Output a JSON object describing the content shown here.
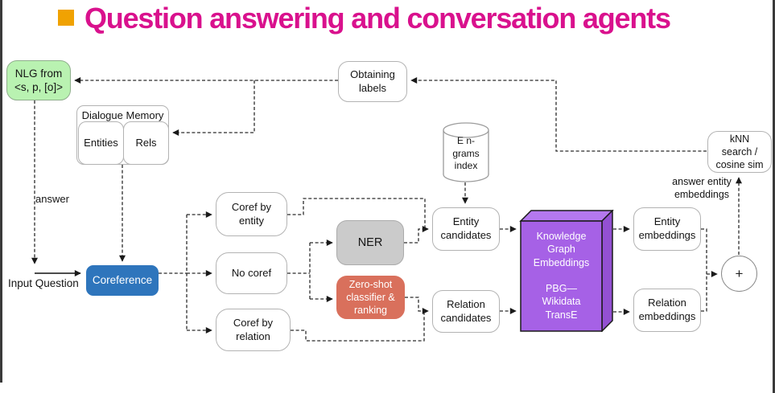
{
  "slide": {
    "title": "Question answering and conversation agents",
    "title_color": "#d9118d",
    "bullet_color": "#f0a202"
  },
  "diagram": {
    "nodes": {
      "nlg": "NLG from\n<s, p, [o]>",
      "dialogue_memory": "Dialogue Memory",
      "entities": "Entities",
      "rels": "Rels",
      "obtaining_labels": "Obtaining\nlabels",
      "ngrams_index": "E n-\ngrams\nindex",
      "knn_search": "kNN\nsearch /\ncosine sim",
      "coref_by_entity": "Coref by\nentity",
      "no_coref": "No coref",
      "coref_by_relation": "Coref by\nrelation",
      "ner": "NER",
      "zero_shot": "Zero-shot\nclassifier &\nranking",
      "entity_candidates": "Entity\ncandidates",
      "relation_candidates": "Relation\ncandidates",
      "kge": "Knowledge\nGraph\nEmbeddings\n\nPBG—\nWikidata\nTransE",
      "entity_embeddings": "Entity\nembeddings",
      "relation_embeddings": "Relation\nembeddings",
      "sum": "+",
      "coreference": "Coreference"
    },
    "labels": {
      "answer": "answer",
      "input_question": "Input Question",
      "answer_entity_embeddings": "answer entity\nembeddings"
    },
    "colors": {
      "nlg_fill": "#b9f2b1",
      "coreference_fill": "#2e75bc",
      "ner_fill": "#cbcbcb",
      "zero_shot_fill": "#d9705c",
      "kge_front": "#a661e6",
      "kge_top": "#b478ee",
      "kge_side": "#9350d2"
    }
  }
}
